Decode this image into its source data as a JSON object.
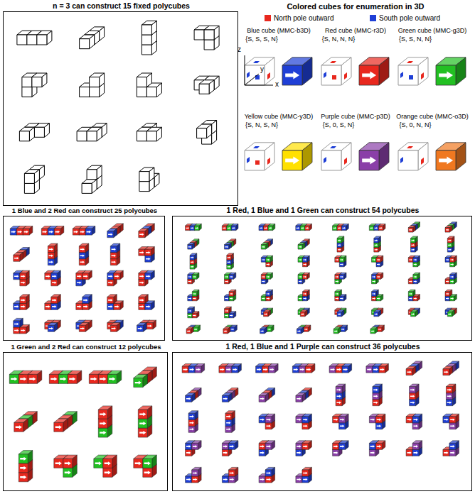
{
  "diagram": {
    "nodes": [
      {
        "text": [
          "n = 3 can construct 15 fixed polycubes"
        ]
      },
      {
        "text": [
          "1 Blue and 2 Red can construct 25 polycubes"
        ]
      },
      {
        "text": [
          "1 Red, 1 Blue and 1 Green can construct 54 polycubes"
        ]
      },
      {
        "text": [
          "1 Green and 2 Red can construct 12 polycubes"
        ]
      },
      {
        "text": [
          "1 Red, 1 Blue and 1 Purple can construct 36 polycubes"
        ]
      }
    ],
    "labels": [
      "Colored cubes for enumeration in 3D",
      "z",
      "y",
      "x",
      "Blue cube (MMC-b3D)",
      "{S, S, S, N}",
      "Red cube (MMC-r3D)",
      "{S, N, N, N}",
      "Green cube (MMC-g3D)",
      "{S, S, N, N}",
      "Yellow cube (MMC-y3D)",
      "{S, N, S, N}",
      "Purple cube (MMC-p3D)",
      "{S, 0, S, N}",
      "Orange cube (MMC-o3D)",
      "{S, 0, N, N}"
    ],
    "legend": [
      {
        "text": "North pole outward",
        "color": "#e8281e"
      },
      {
        "text": "South pole outward",
        "color": "#1f3fd6"
      }
    ]
  }
}
